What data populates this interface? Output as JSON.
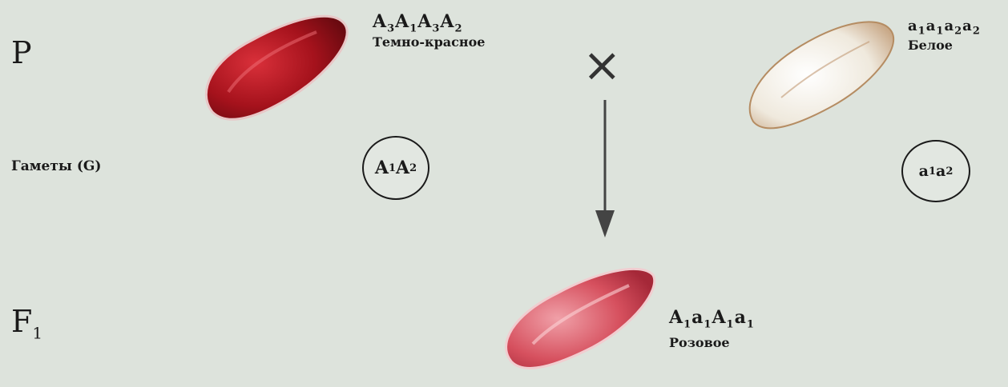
{
  "generation_labels": {
    "parents": "P",
    "f1_letter": "F",
    "f1_sub": "1"
  },
  "gametes_label": "Гаметы (G)",
  "cross_symbol": "×",
  "parent_red": {
    "genotype": [
      [
        "A",
        "3"
      ],
      [
        "A",
        "1"
      ],
      [
        "A",
        "3"
      ],
      [
        "A",
        "2"
      ]
    ],
    "phenotype": "Темно-красное",
    "gamete": [
      [
        "A",
        "1"
      ],
      [
        "A",
        "2"
      ]
    ],
    "seed_color": "#a5121c"
  },
  "parent_white": {
    "genotype": [
      [
        "a",
        "1"
      ],
      [
        "a",
        "1"
      ],
      [
        "a",
        "2"
      ],
      [
        "a",
        "2"
      ]
    ],
    "phenotype": "Белое",
    "gamete": [
      [
        "a",
        "1"
      ],
      [
        "a",
        "2"
      ]
    ],
    "seed_color": "#efe9dd"
  },
  "offspring": {
    "genotype": [
      [
        "A",
        "1"
      ],
      [
        "a",
        "1"
      ],
      [
        "A",
        "1"
      ],
      [
        "a",
        "1"
      ]
    ],
    "phenotype": "Розовое",
    "seed_color": "#d6505e"
  }
}
